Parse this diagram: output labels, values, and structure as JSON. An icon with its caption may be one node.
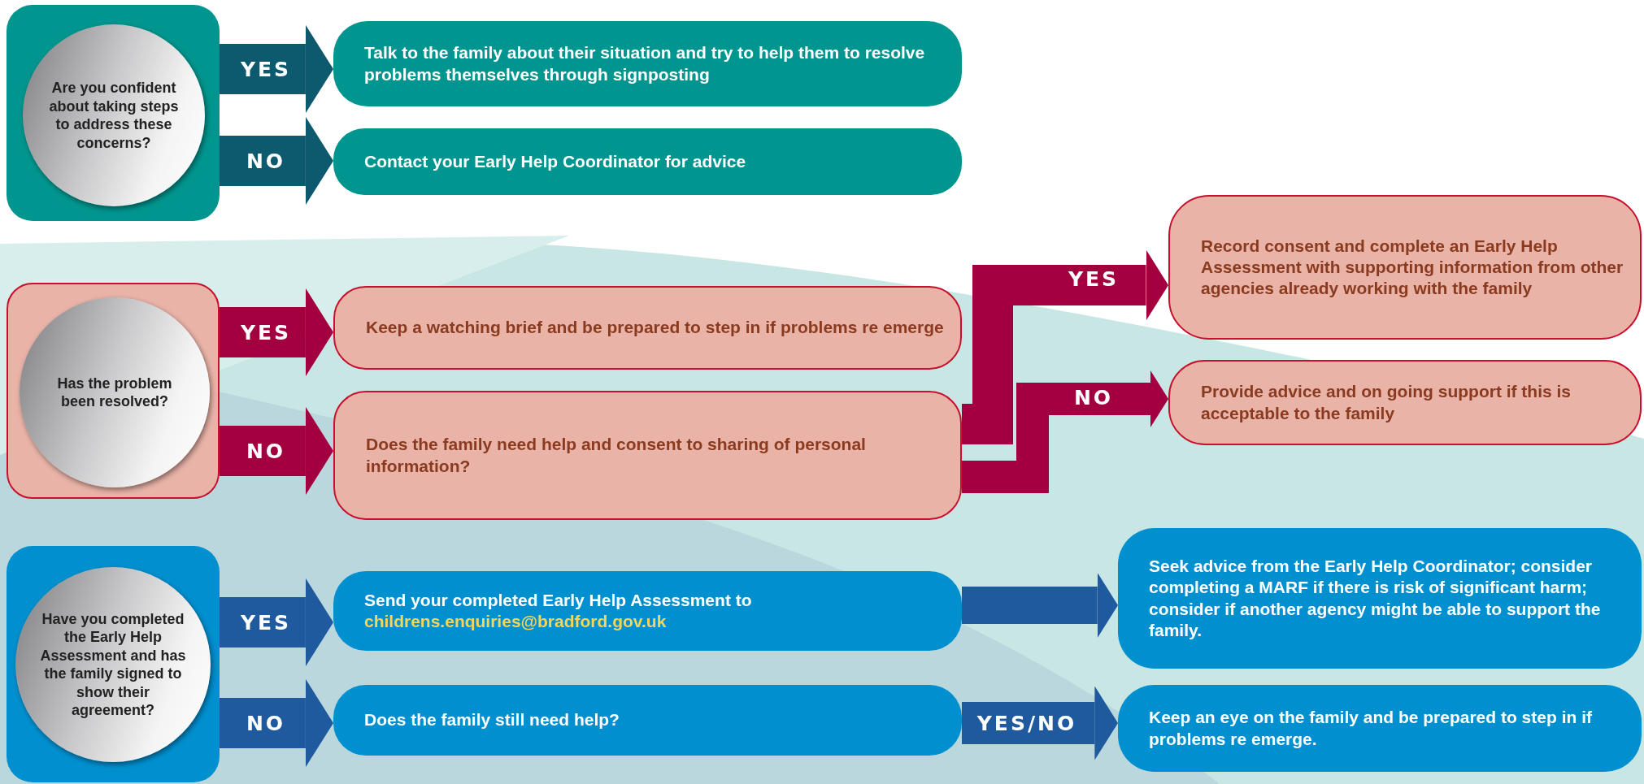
{
  "diagram": {
    "nodes": [
      {
        "text": [],
        "shape": "box"
      },
      {
        "text": [
          "Are you confident about taking steps to address these concerns?"
        ],
        "in": 0
      },
      {
        "text": [
          "Talk to the family about their situation and try to help them to resolve problems themselves through signposting"
        ]
      },
      {
        "text": [
          "Contact your Early Help Coordinator for advice"
        ]
      },
      {
        "text": [],
        "shape": "box"
      },
      {
        "text": [
          "Has the problem been resolved?"
        ],
        "in": 4
      },
      {
        "text": [
          "Keep a watching brief and be prepared to step in if problems re emerge"
        ]
      },
      {
        "text": [
          "Does the family need help and consent to sharing of personal information?"
        ]
      },
      {
        "text": [
          "Record consent and complete an Early Help Assessment with supporting information from other agencies already working with the family"
        ]
      },
      {
        "text": [
          "Provide advice and on going support if this is acceptable to the family"
        ]
      },
      {
        "text": [],
        "shape": "box"
      },
      {
        "text": [
          "Have you completed the Early Help Assessment and has the family signed to show their agreement?"
        ],
        "in": 10
      },
      {
        "text": [
          "Send your completed Early Help Assessment to",
          "childrens.enquiries@bradford.gov.uk"
        ]
      },
      {
        "text": [
          "Does the family still need help?"
        ]
      },
      {
        "text": [
          "Seek advice from the Early Help Coordinator; consider completing a MARF if there is risk of significant harm; consider if another agency might be able to support the family."
        ]
      },
      {
        "text": [
          "Keep an eye on the family and be prepared to step in if problems re emerge."
        ]
      }
    ],
    "edges": [
      {
        "from": 0,
        "to": 2,
        "arrow": "to",
        "label": "YES",
        "color": "#0d5a6e"
      },
      {
        "from": 0,
        "to": 3,
        "arrow": "to",
        "label": "NO",
        "color": "#0d5a6e"
      },
      {
        "from": 4,
        "to": 6,
        "arrow": "to",
        "label": "YES",
        "color": "#a3003f"
      },
      {
        "from": 4,
        "to": 7,
        "arrow": "to",
        "label": "NO",
        "color": "#a3003f"
      },
      {
        "from": 7,
        "to": 8,
        "arrow": "to",
        "label": "YES",
        "color": "#a3003f"
      },
      {
        "from": 7,
        "to": 9,
        "arrow": "to",
        "label": "NO",
        "color": "#a3003f"
      },
      {
        "from": 10,
        "to": 12,
        "arrow": "to",
        "label": "YES",
        "color": "#1f5a9e"
      },
      {
        "from": 10,
        "to": 13,
        "arrow": "to",
        "label": "NO",
        "color": "#1f5a9e"
      },
      {
        "from": 12,
        "to": 14,
        "arrow": "to",
        "color": "#1f5a9e"
      },
      {
        "from": 13,
        "to": 15,
        "arrow": "to",
        "label": "YES/NO",
        "color": "#1f5a9e"
      }
    ]
  }
}
